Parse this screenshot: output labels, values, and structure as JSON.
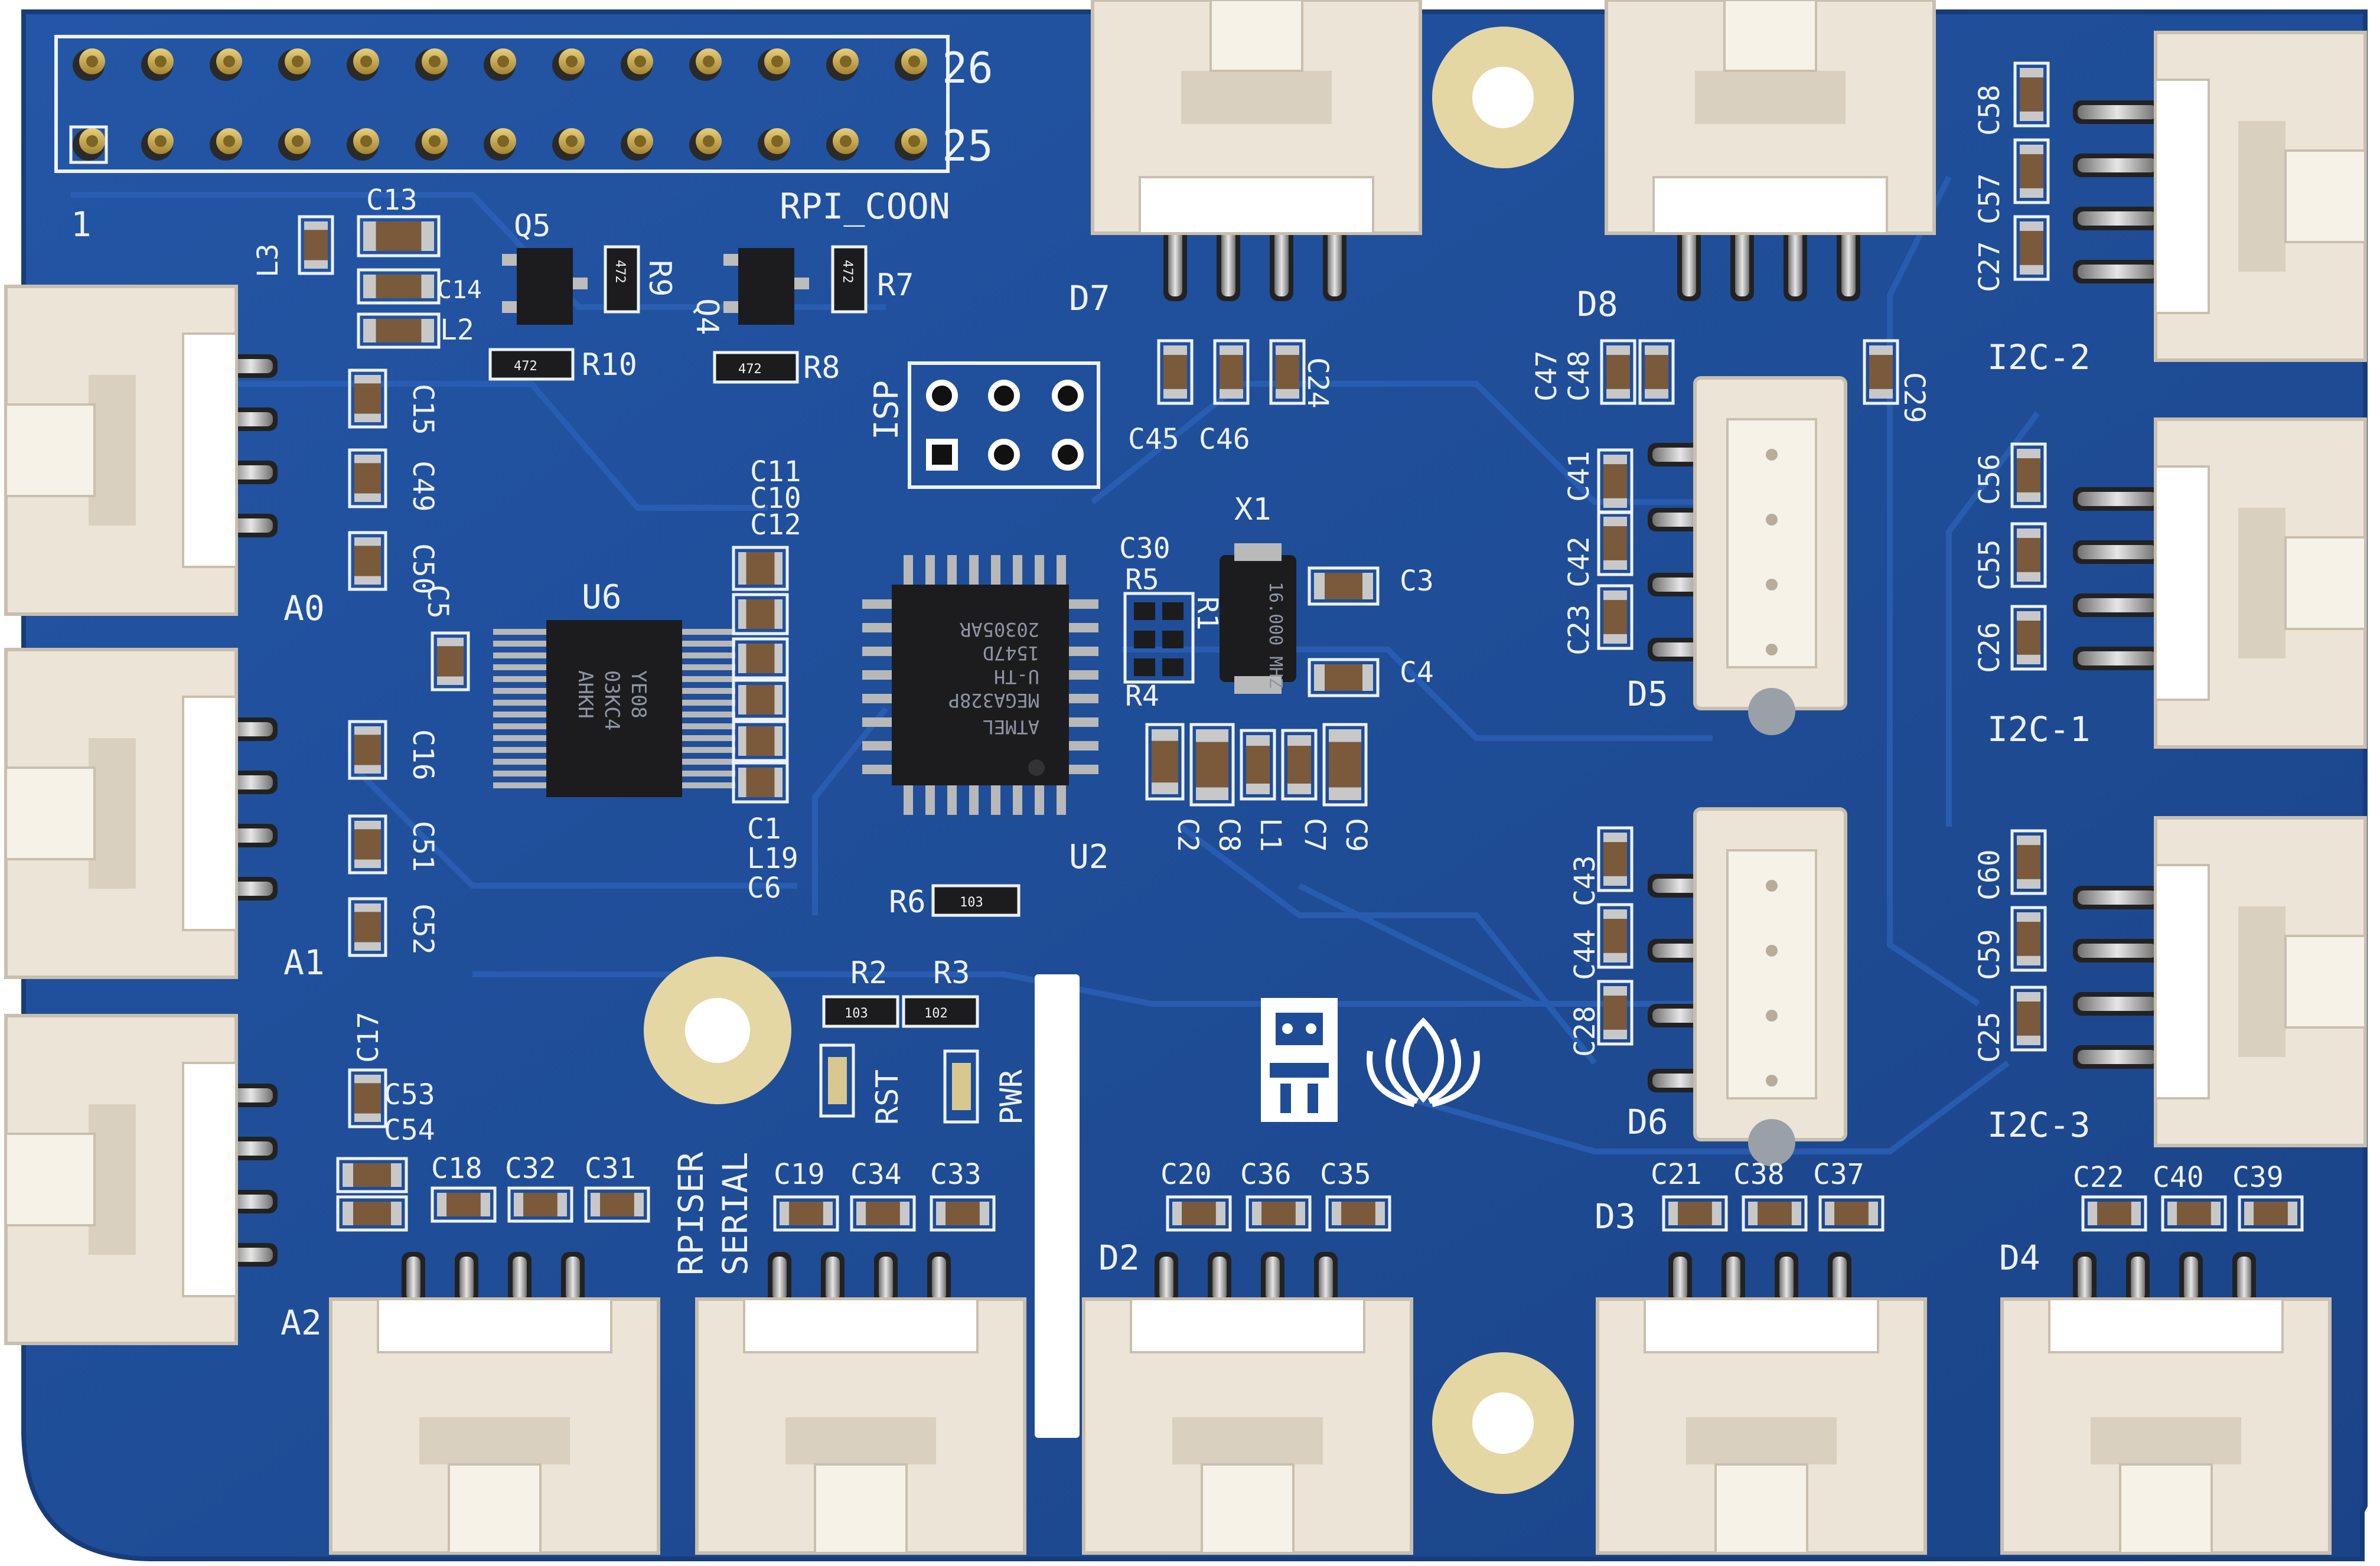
{
  "board": {
    "colors": {
      "pcb": "#1f4c96",
      "pcb_edge": "#173c7a",
      "silkscreen": "#eef2fb",
      "connector": "#ece4d6",
      "connector_shadow": "#c9bfae",
      "gold_pin": "#c9a64a",
      "chip": "#1c1c1e"
    },
    "header": {
      "name": "RPI_COON",
      "pin_first": "1",
      "pin_top_last": "26",
      "pin_bottom_last": "25"
    },
    "isp_label": "ISP",
    "chips": {
      "main_ref": "U2",
      "main_marking": [
        "ATMEL",
        "MEGA328P",
        "U-TH",
        "1547D",
        "20305AR"
      ],
      "aux_ref": "U6",
      "aux_marking": [
        "YE08",
        "03KC4",
        "AHKH"
      ],
      "crystal_ref": "X1",
      "crystal_marking": "16.000 MHZ"
    },
    "transistors": [
      "Q5",
      "Q4"
    ],
    "resistors": [
      "R10",
      "R9",
      "R8",
      "R7",
      "R5",
      "R1",
      "R4",
      "R6",
      "R2",
      "R3"
    ],
    "resistor_marking": [
      "472",
      "472",
      "472",
      "472",
      "103",
      "103",
      "102"
    ],
    "capacitors": {
      "top_left": [
        "C13",
        "C14",
        "L2",
        "L3"
      ],
      "a0": [
        "C15",
        "C49",
        "C50",
        "C5"
      ],
      "a1": [
        "C16",
        "C51",
        "C52"
      ],
      "a2": [
        "C17",
        "C53",
        "C54"
      ],
      "stack": [
        "C11",
        "C10",
        "C12"
      ],
      "stack_bottom": [
        "C1",
        "L19",
        "C6"
      ],
      "crystal": [
        "C30",
        "C3",
        "C4"
      ],
      "row_bottom_mid": [
        "C2",
        "C8",
        "L1",
        "C7",
        "C9"
      ],
      "d7": [
        "C45",
        "C46",
        "C24"
      ],
      "d5": [
        "C47",
        "C48",
        "C41",
        "C42",
        "C23",
        "C29"
      ],
      "d6": [
        "C43",
        "C44",
        "C28"
      ],
      "i2c2": [
        "C58",
        "C57",
        "C27"
      ],
      "i2c1": [
        "C56",
        "C55",
        "C26"
      ],
      "i2c3": [
        "C60",
        "C59",
        "C25"
      ],
      "bottom_a": [
        "C18",
        "C32",
        "C31"
      ],
      "bottom_b": [
        "C19",
        "C34",
        "C33"
      ],
      "bottom_c": [
        "C20",
        "C36",
        "C35"
      ],
      "bottom_d": [
        "C21",
        "C38",
        "C37"
      ],
      "bottom_e": [
        "C22",
        "C40",
        "C39"
      ]
    },
    "leds": [
      "RST",
      "PWR"
    ],
    "connectors": {
      "left": [
        "A0",
        "A1",
        "A2"
      ],
      "bottom": [
        "RPISER",
        "SERIAL",
        "D2",
        "D3",
        "D4"
      ],
      "top": [
        "D7",
        "D8"
      ],
      "vertical": [
        "D5",
        "D6"
      ],
      "right": [
        "I2C-2",
        "I2C-1",
        "I2C-3"
      ]
    },
    "icons": [
      "robot-logo-icon",
      "lotus-logo-icon"
    ]
  }
}
